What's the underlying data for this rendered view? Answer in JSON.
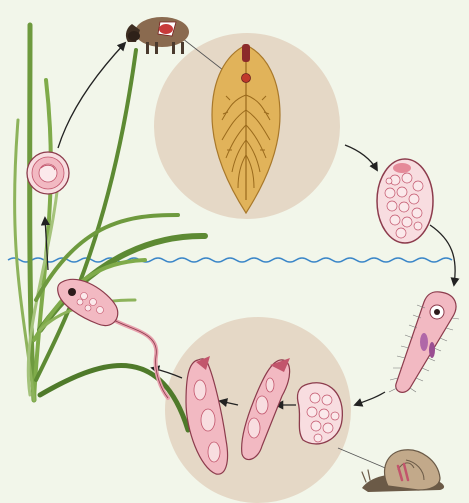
{
  "figure": {
    "description_labels": [],
    "colors": {
      "background": "#f2f6ea",
      "circle_fill": "#e5d8c6",
      "water_line": "#3b86c8",
      "grass": "#6e9a3e",
      "grass_dark": "#4f7a2a",
      "fluke_body": "#e1b35a",
      "fluke_outline": "#a8782a",
      "fluke_branches": "#9a6a1c",
      "stage_pink": "#f2b9c2",
      "stage_pink_dark": "#c2556c",
      "stage_outline": "#8c3b4c",
      "egg_fill": "#f8dde0",
      "snail_shell": "#c2a98a",
      "arrow": "#222222",
      "sheep_body": "#8a6a4f",
      "sheep_liver": "#c83a3a"
    },
    "stages": [
      {
        "name": "adult-liver-fluke",
        "icon": "adult-fluke-icon"
      },
      {
        "name": "egg",
        "icon": "egg-icon"
      },
      {
        "name": "miracidium",
        "icon": "miracidium-icon"
      },
      {
        "name": "sporocyst",
        "icon": "sporocyst-icon"
      },
      {
        "name": "redia",
        "icon": "redia-icon"
      },
      {
        "name": "cercaria",
        "icon": "cercaria-icon"
      },
      {
        "name": "metacercaria",
        "icon": "metacercaria-icon"
      }
    ],
    "hosts": [
      {
        "name": "sheep",
        "icon": "sheep-icon"
      },
      {
        "name": "snail",
        "icon": "snail-icon"
      },
      {
        "name": "grass",
        "icon": "grass-icon"
      }
    ]
  }
}
